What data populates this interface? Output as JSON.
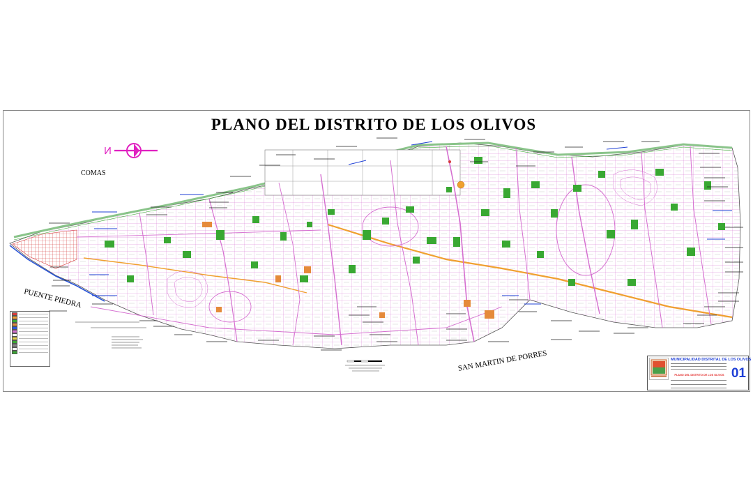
{
  "map": {
    "title": "PLANO DEL DISTRITO DE LOS OLIVOS",
    "neighbors": {
      "comas": "COMAS",
      "puente_piedra": "PUENTE PIEDRA",
      "san_martin": "SAN MARTIN DE PORRES"
    },
    "title_block": {
      "municipality": "MUNICIPALIDAD DISTRITAL DE LOS OLIVOS",
      "plan": "PLANO DEL DISTRITO DE LOS OLIVOS",
      "sheet_number": "01"
    },
    "colors": {
      "street": "#d56fd0",
      "park": "#39a832",
      "avenue": "#f0a030",
      "water": "#2a55d8",
      "blue_label": "#1e3fd6",
      "building": "#e58a3a",
      "highway": "#8ac48a"
    },
    "icons": {
      "north_arrow": "north-arrow-icon",
      "logo": "municipality-logo"
    }
  }
}
